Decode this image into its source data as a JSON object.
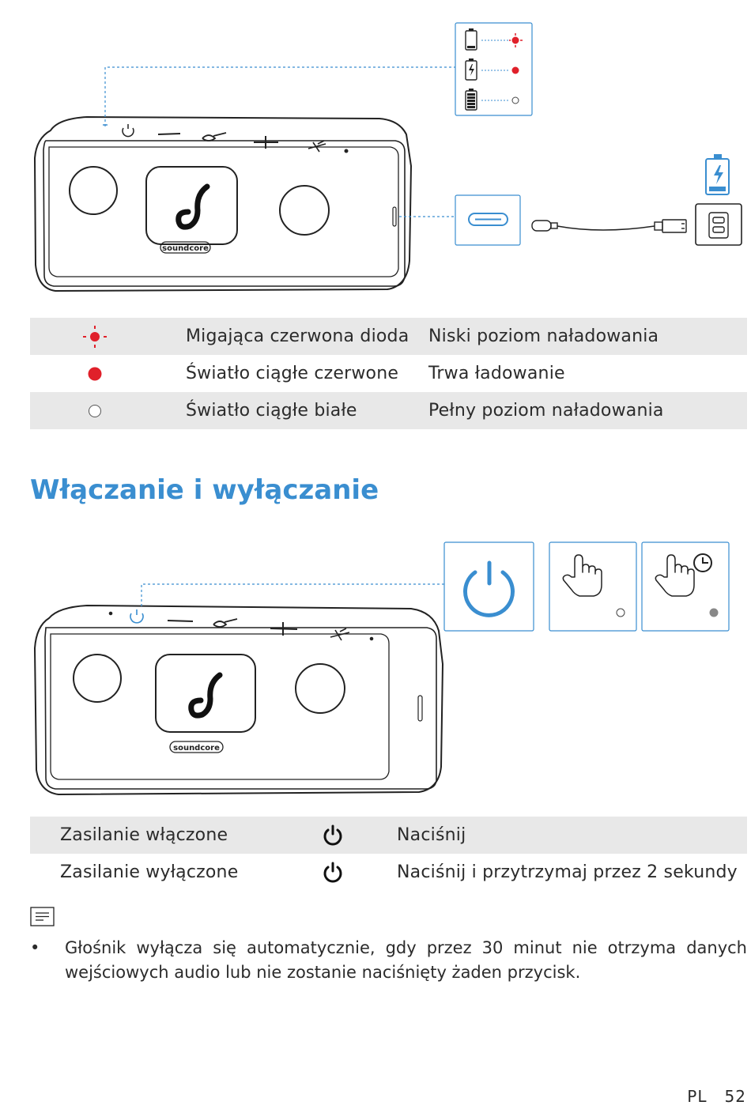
{
  "charging_table": {
    "rows": [
      {
        "indicator": "red-blinking-led-icon",
        "light": "Migająca czerwona dioda",
        "status": "Niski poziom naładowania"
      },
      {
        "indicator": "red-solid-led-icon",
        "light": "Światło ciągłe czerwone",
        "status": "Trwa ładowanie"
      },
      {
        "indicator": "white-solid-led-icon",
        "light": "Światło ciągłe białe",
        "status": "Pełny poziom naładowania"
      }
    ]
  },
  "power_section": {
    "title": "Włączanie i wyłączanie",
    "rows": [
      {
        "state": "Zasilanie włączone",
        "icon": "power-icon",
        "action": "Naciśnij"
      },
      {
        "state": "Zasilanie wyłączone",
        "icon": "power-icon",
        "action": "Naciśnij i przytrzymaj przez 2 sekundy"
      }
    ]
  },
  "note": {
    "icon": "note-icon",
    "bullet": "•",
    "text": "Głośnik wyłącza się automatycznie, gdy przez 30 minut nie otrzyma danych wejściowych audio lub nie zostanie naciśnięty żaden przycisk."
  },
  "footer": {
    "page_label": "PL   52"
  },
  "illustration": {
    "logo_text": "soundcore"
  },
  "colors": {
    "accent_blue": "#3a8ed0",
    "led_red": "#e0202a",
    "table_shade": "#e8e8e8"
  }
}
